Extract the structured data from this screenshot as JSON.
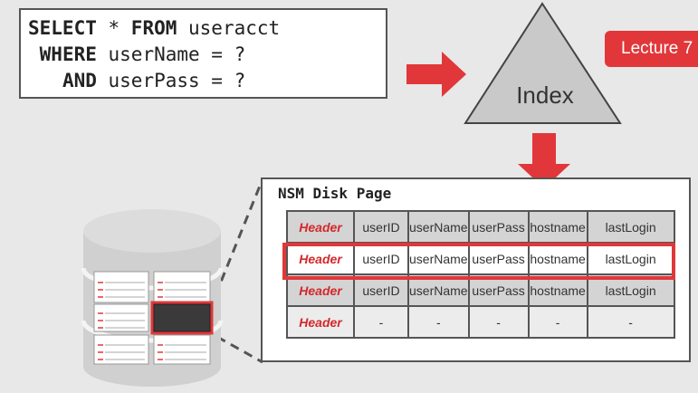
{
  "sql": {
    "line1_kw": "SELECT",
    "line1_rest": " * ",
    "line1_kw2": "FROM",
    "line1_rest2": " useracct",
    "line2_kw": "WHERE",
    "line2_rest": " userName = ?",
    "line3_kw": "AND",
    "line3_rest": " userPass = ?"
  },
  "index_label": "Index",
  "lecture_badge": "Lecture 7",
  "disk_page": {
    "title": "NSM Disk Page",
    "header_label": "Header",
    "columns": [
      "userID",
      "userName",
      "userPass",
      "hostname",
      "lastLogin"
    ],
    "empty_cell": "-"
  },
  "colors": {
    "accent_red": "#e1373a",
    "header_red": "#d3282b",
    "cell_gray": "#d4d4d4"
  }
}
